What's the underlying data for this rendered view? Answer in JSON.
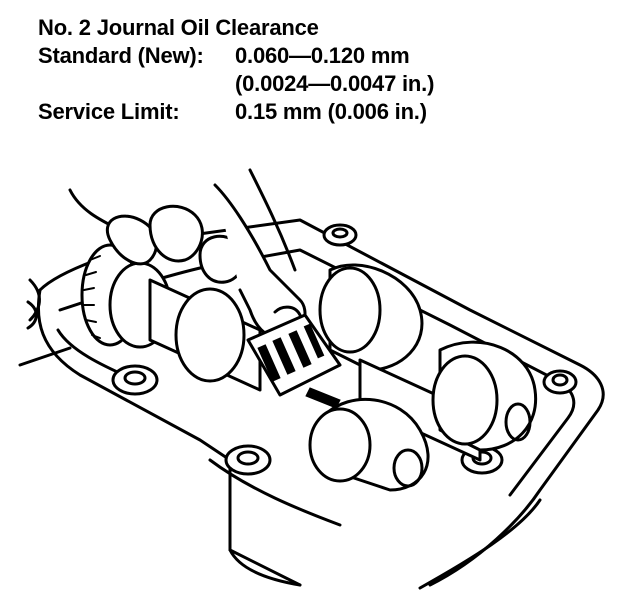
{
  "spec": {
    "title": "No. 2 Journal Oil Clearance",
    "standard_label": "Standard (New):",
    "standard_value_mm": "0.060—0.120 mm",
    "standard_value_in": "(0.0024—0.0047 in.)",
    "service_label": "Service Limit:",
    "service_value": "0.15 mm (0.006 in.)"
  },
  "illustration": {
    "subject": "camshaft-journal-plastigage-measurement"
  },
  "colors": {
    "ink": "#000000",
    "paper": "#ffffff"
  }
}
